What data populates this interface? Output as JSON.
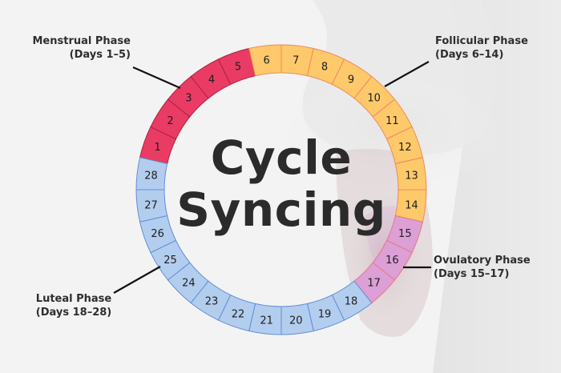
{
  "title": {
    "line1": "Cycle",
    "line2": "Syncing",
    "color": "#2b2b2b"
  },
  "phases": [
    {
      "name": "Menstrual Phase",
      "days_label": "(Days 1–5)",
      "start": 1,
      "end": 5,
      "color": "#ea3b65",
      "stroke": "#a8243f"
    },
    {
      "name": "Follicular Phase",
      "days_label": "(Days 6–14)",
      "start": 6,
      "end": 14,
      "color": "#fdc96b",
      "stroke": "#f08a5a"
    },
    {
      "name": "Ovulatory Phase",
      "days_label": "(Days 15–17)",
      "start": 15,
      "end": 17,
      "color": "#dc9fd6",
      "stroke": "#e87a80"
    },
    {
      "name": "Luteal Phase",
      "days_label": "(Days 18–28)",
      "start": 18,
      "end": 28,
      "color": "#b3cdef",
      "stroke": "#5f8fd6"
    }
  ],
  "cycle": {
    "total_days": 28,
    "days": [
      "1",
      "2",
      "3",
      "4",
      "5",
      "6",
      "7",
      "8",
      "9",
      "10",
      "11",
      "12",
      "13",
      "14",
      "15",
      "16",
      "17",
      "18",
      "19",
      "20",
      "21",
      "22",
      "23",
      "24",
      "25",
      "26",
      "27",
      "28"
    ]
  },
  "labels": {
    "menstrual": {
      "line1": "Menstrual Phase",
      "line2": "(Days 1–5)"
    },
    "follicular": {
      "line1": "Follicular Phase",
      "line2": "(Days 6–14)"
    },
    "ovulatory": {
      "line1": "Ovulatory Phase",
      "line2": "(Days 15–17)"
    },
    "luteal": {
      "line1": "Luteal Phase",
      "line2": "(Days 18–28)"
    }
  }
}
